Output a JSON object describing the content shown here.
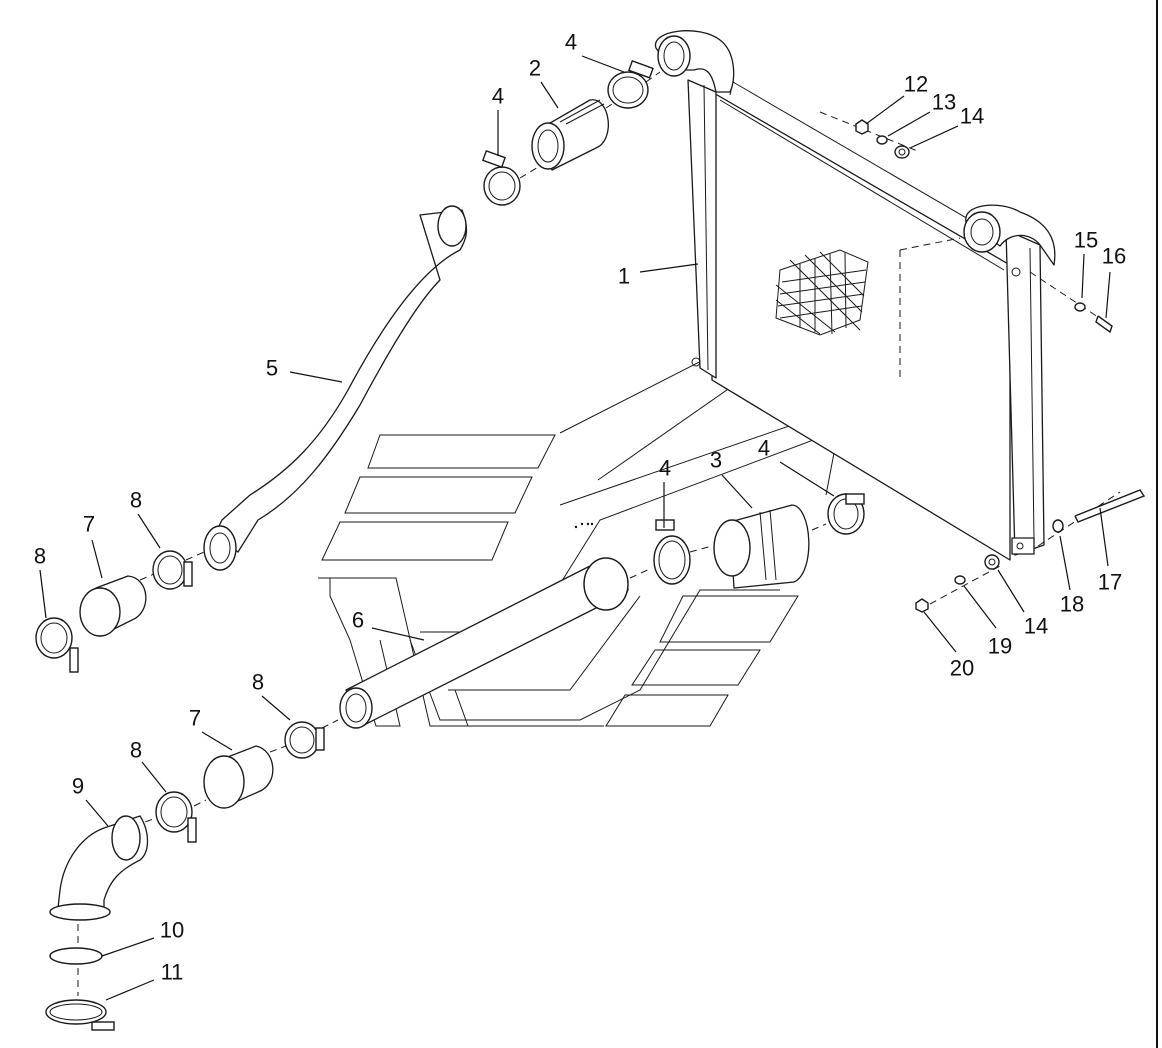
{
  "diagram": {
    "type": "exploded-parts-diagram",
    "callouts": [
      {
        "id": "c1",
        "label": "1"
      },
      {
        "id": "c2",
        "label": "2"
      },
      {
        "id": "c3",
        "label": "3"
      },
      {
        "id": "c4a",
        "label": "4"
      },
      {
        "id": "c4b",
        "label": "4"
      },
      {
        "id": "c4c",
        "label": "4"
      },
      {
        "id": "c4d",
        "label": "4"
      },
      {
        "id": "c5",
        "label": "5"
      },
      {
        "id": "c6",
        "label": "6"
      },
      {
        "id": "c7a",
        "label": "7"
      },
      {
        "id": "c7b",
        "label": "7"
      },
      {
        "id": "c8a",
        "label": "8"
      },
      {
        "id": "c8b",
        "label": "8"
      },
      {
        "id": "c8c",
        "label": "8"
      },
      {
        "id": "c8d",
        "label": "8"
      },
      {
        "id": "c9",
        "label": "9"
      },
      {
        "id": "c10",
        "label": "10"
      },
      {
        "id": "c11",
        "label": "11"
      },
      {
        "id": "c12",
        "label": "12"
      },
      {
        "id": "c13",
        "label": "13"
      },
      {
        "id": "c14a",
        "label": "14"
      },
      {
        "id": "c14b",
        "label": "14"
      },
      {
        "id": "c15",
        "label": "15"
      },
      {
        "id": "c16",
        "label": "16"
      },
      {
        "id": "c17",
        "label": "17"
      },
      {
        "id": "c18",
        "label": "18"
      },
      {
        "id": "c19",
        "label": "19"
      },
      {
        "id": "c20",
        "label": "20"
      }
    ]
  }
}
